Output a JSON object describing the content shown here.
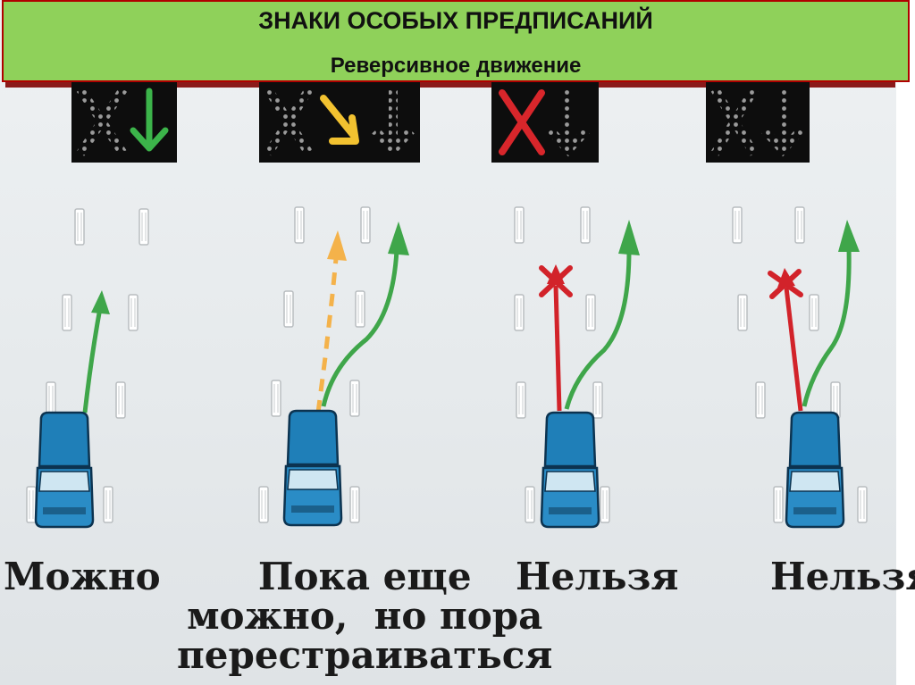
{
  "header": {
    "title": "ЗНАКИ ОСОБЫХ ПРЕДПИСАНИЙ",
    "subtitle": "Реверсивное движение"
  },
  "panels": [
    {
      "caption": "Можно",
      "signal": "green-down-arrow-icon"
    },
    {
      "caption_lines": [
        "Пока еще",
        "можно,  но пора",
        "перестраиваться"
      ],
      "signal": "yellow-diagonal-arrow-icon"
    },
    {
      "caption": "Нельзя",
      "signal": "red-cross-icon"
    },
    {
      "caption": "Нельзя",
      "signal": "white-cross-icon"
    }
  ],
  "colors": {
    "banner": "#8fd15a",
    "banner_border": "#b00000",
    "allowed_arrow": "#3fa64a",
    "warning_arrow": "#f4b24a",
    "forbidden_arrow": "#d2232a",
    "car": "#1f7fb8"
  }
}
